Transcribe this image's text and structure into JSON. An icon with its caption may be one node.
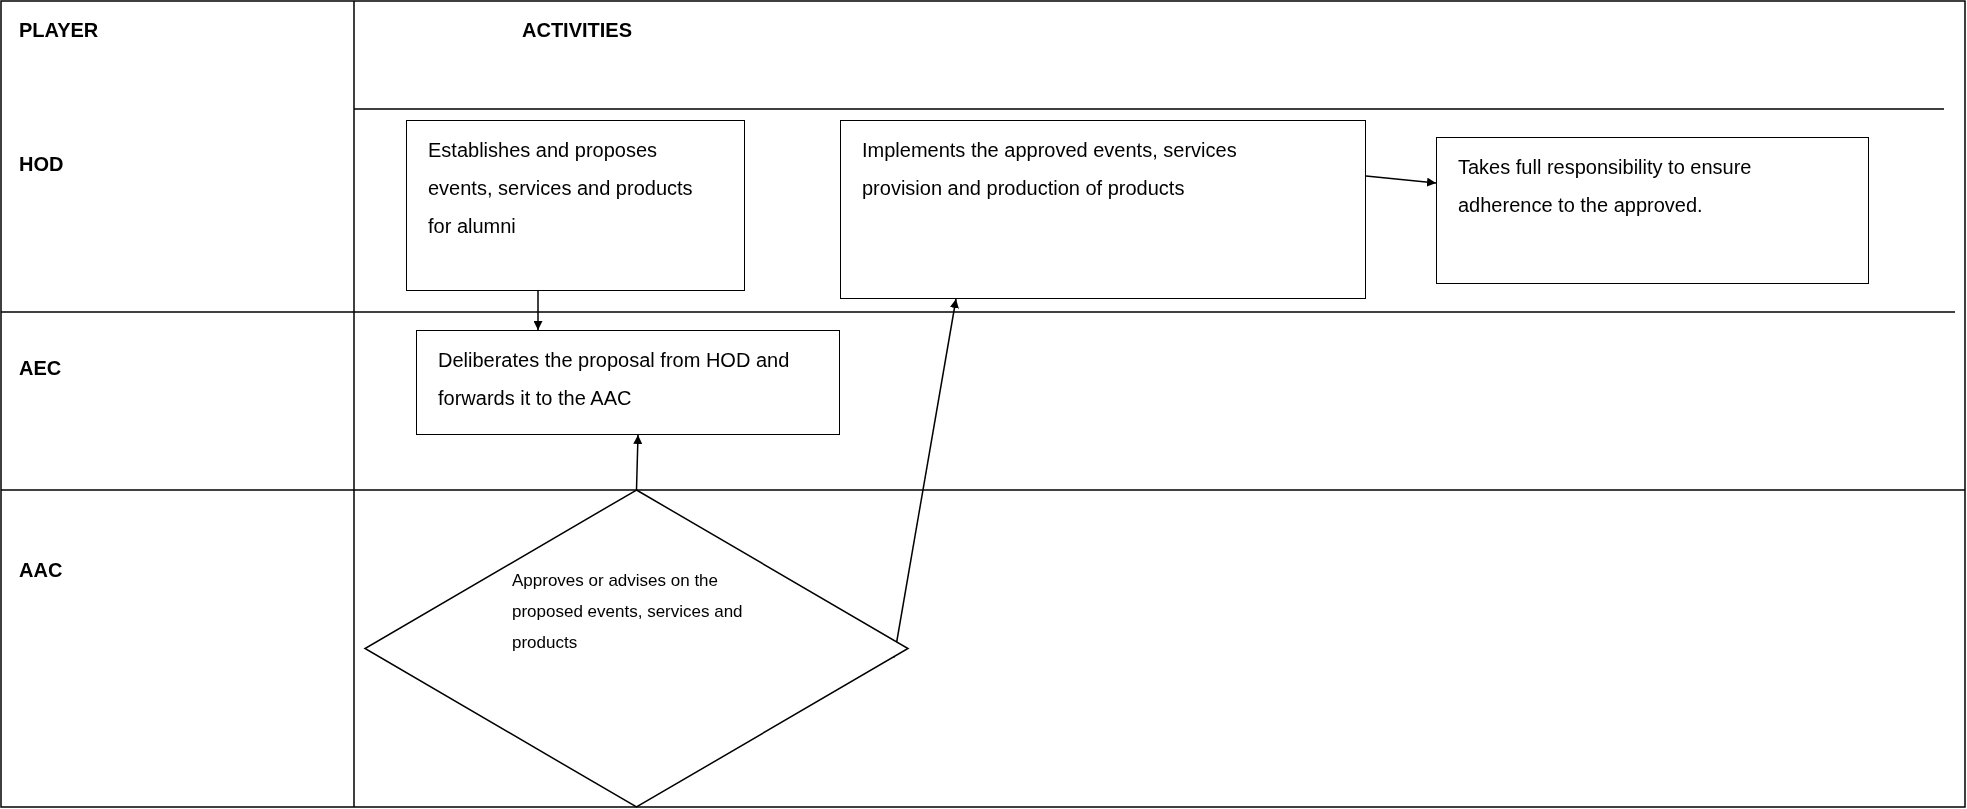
{
  "diagram": {
    "nodes": [
      {
        "text": [
          "Establishes and proposes events, services and products for alumni"
        ]
      },
      {
        "text": [
          "Implements the approved events, services provision and production of products"
        ]
      },
      {
        "text": [
          "Takes full responsibility to ensure adherence to the approved."
        ]
      },
      {
        "text": [
          "Deliberates the proposal from HOD and forwards it to the AAC"
        ]
      },
      {
        "text": [
          "Approves or advises on the proposed events, services and products"
        ]
      }
    ],
    "edges": [
      {
        "from": 0,
        "to": 3,
        "arrow": "to"
      },
      {
        "from": 4,
        "to": 3,
        "arrow": "to"
      },
      {
        "from": 4,
        "to": 1,
        "arrow": "to"
      },
      {
        "from": 1,
        "to": 2,
        "arrow": "to"
      }
    ],
    "labels": [
      "PLAYER",
      "ACTIVITIES",
      "HOD",
      "AEC",
      "AAC"
    ]
  }
}
